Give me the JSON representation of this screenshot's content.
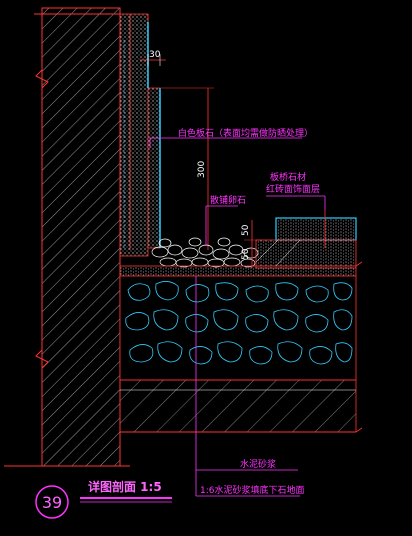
{
  "drawing": {
    "title": "详图剖面 1:5",
    "detail_number": "39",
    "labels": {
      "white_slate": "白色板石（表面均需做防晒处理）",
      "gravel": "散铺卵石",
      "granite_1": "板桥石材",
      "granite_2": "红砖面饰面层",
      "mortar": "水泥砂浆",
      "concrete_base": "1:6水泥砂浆填底下石地面"
    },
    "dimensions": {
      "d30": "30",
      "d300": "300",
      "d50a": "50",
      "d50b": "50"
    }
  },
  "colors": {
    "background": "#000000",
    "wall_outline": "#ff3333",
    "hatch": "#ffffff",
    "stone": "#33ccff",
    "annotation": "#ff33ff",
    "dim_line": "#ff3333"
  }
}
